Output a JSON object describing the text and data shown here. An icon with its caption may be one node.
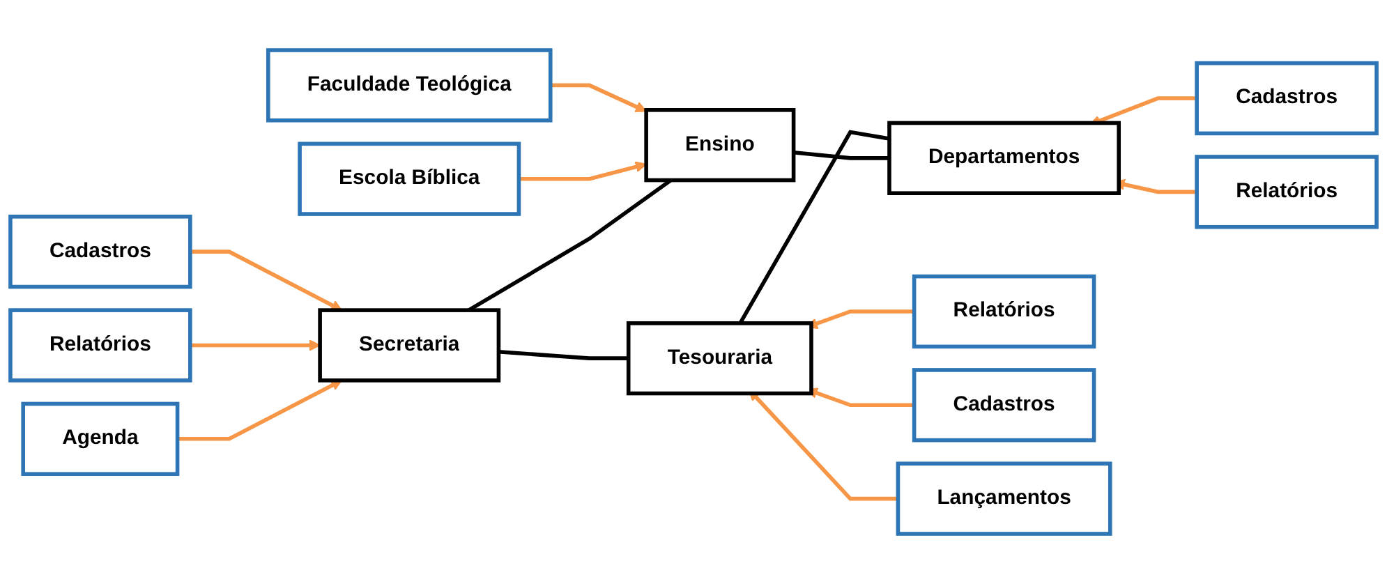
{
  "diagram": {
    "nodes": [
      {
        "text": [
          "Cadastros"
        ]
      },
      {
        "text": [
          "Relatórios"
        ]
      },
      {
        "text": [
          "Agenda"
        ]
      },
      {
        "text": [
          "Faculdade Teológica"
        ]
      },
      {
        "text": [
          "Escola Bíblica"
        ]
      },
      {
        "text": [
          "Secretaria"
        ]
      },
      {
        "text": [
          "Tesouraria"
        ]
      },
      {
        "text": [
          "Ensino"
        ]
      },
      {
        "text": [
          "Departamentos"
        ]
      },
      {
        "text": [
          "Relatórios"
        ]
      },
      {
        "text": [
          "Cadastros"
        ]
      },
      {
        "text": [
          "Lançamentos"
        ]
      },
      {
        "text": [
          "Cadastros"
        ]
      },
      {
        "text": [
          "Relatórios"
        ]
      }
    ],
    "edges": [
      {
        "from": 0,
        "to": 5,
        "arrow": "to"
      },
      {
        "from": 1,
        "to": 5,
        "arrow": "to"
      },
      {
        "from": 2,
        "to": 5,
        "arrow": "to"
      },
      {
        "from": 3,
        "to": 7,
        "arrow": "to"
      },
      {
        "from": 4,
        "to": 7,
        "arrow": "to"
      },
      {
        "from": 5,
        "to": 6,
        "arrow": "none",
        "color": "#000000"
      },
      {
        "from": 5,
        "to": 7,
        "arrow": "none",
        "color": "#000000"
      },
      {
        "from": 6,
        "to": 8,
        "arrow": "none",
        "color": "#000000"
      },
      {
        "from": 7,
        "to": 8,
        "arrow": "none",
        "color": "#000000"
      },
      {
        "from": 9,
        "to": 6,
        "arrow": "to"
      },
      {
        "from": 10,
        "to": 6,
        "arrow": "to"
      },
      {
        "from": 11,
        "to": 6,
        "arrow": "to"
      },
      {
        "from": 12,
        "to": 8,
        "arrow": "to"
      },
      {
        "from": 13,
        "to": 8,
        "arrow": "to"
      }
    ]
  }
}
